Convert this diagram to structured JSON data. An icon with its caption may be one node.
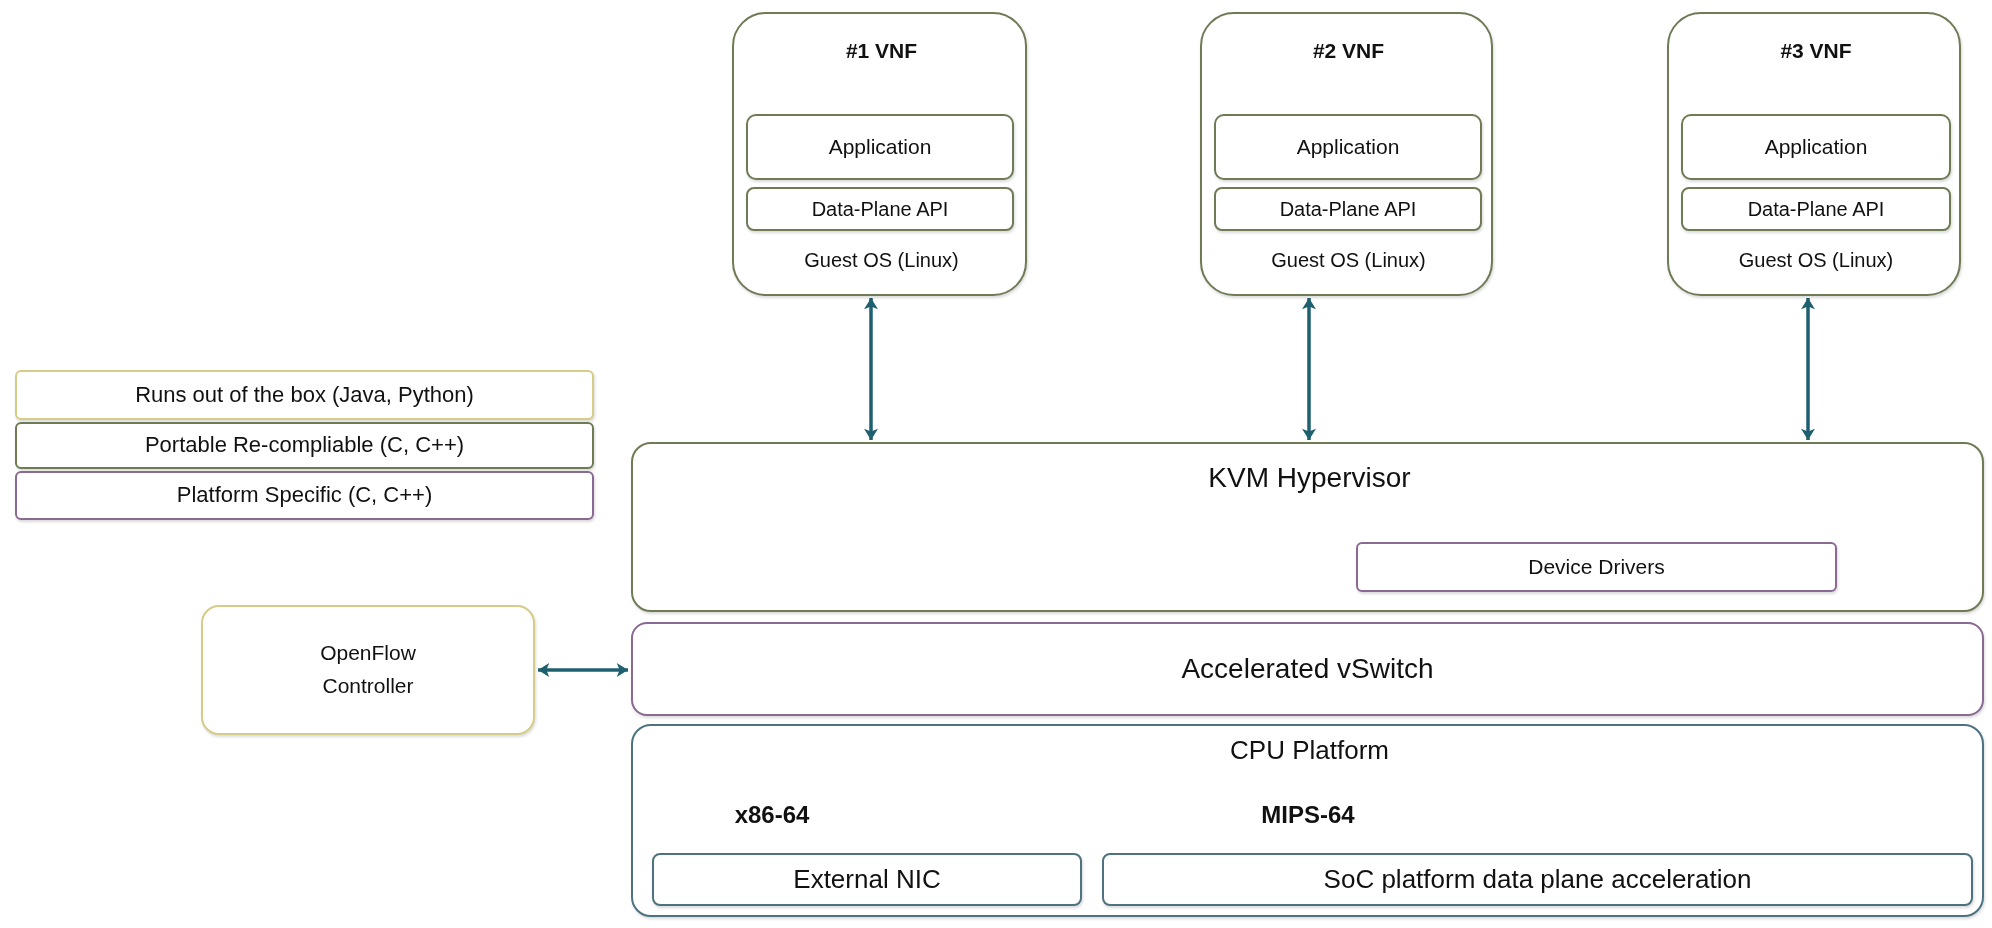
{
  "diagram": {
    "nodes": [
      {
        "text": [
          "#1 VNF",
          "Guest OS (Linux)"
        ]
      },
      {
        "text": [
          "Application"
        ],
        "in": 0
      },
      {
        "text": [
          "Data-Plane API"
        ],
        "in": 0
      },
      {
        "text": [
          "#2 VNF",
          "Guest OS (Linux)"
        ]
      },
      {
        "text": [
          "Application"
        ],
        "in": 3
      },
      {
        "text": [
          "Data-Plane API"
        ],
        "in": 3
      },
      {
        "text": [
          "#3 VNF",
          "Guest OS (Linux)"
        ]
      },
      {
        "text": [
          "Application"
        ],
        "in": 6
      },
      {
        "text": [
          "Data-Plane API"
        ],
        "in": 6
      },
      {
        "text": [
          "Runs out of the box (Java, Python)"
        ]
      },
      {
        "text": [
          "Portable Re-compliable (C, C++)"
        ]
      },
      {
        "text": [
          "Platform Specific (C, C++)"
        ]
      },
      {
        "text": [
          "OpenFlow Controller"
        ]
      },
      {
        "text": [
          "KVM Hypervisor"
        ]
      },
      {
        "text": [
          "Device Drivers"
        ],
        "in": 13
      },
      {
        "text": [
          "Accelerated vSwitch"
        ]
      },
      {
        "text": [
          "CPU Platform",
          "x86-64",
          "MIPS-64"
        ]
      },
      {
        "text": [
          "External NIC"
        ],
        "in": 16
      },
      {
        "text": [
          "SoC platform data plane acceleration"
        ],
        "in": 16
      }
    ],
    "edges": [
      {
        "from": 0,
        "to": 13,
        "arrow": "both"
      },
      {
        "from": 3,
        "to": 13,
        "arrow": "both"
      },
      {
        "from": 6,
        "to": 13,
        "arrow": "both"
      },
      {
        "from": 12,
        "to": 15,
        "arrow": "both"
      }
    ]
  }
}
